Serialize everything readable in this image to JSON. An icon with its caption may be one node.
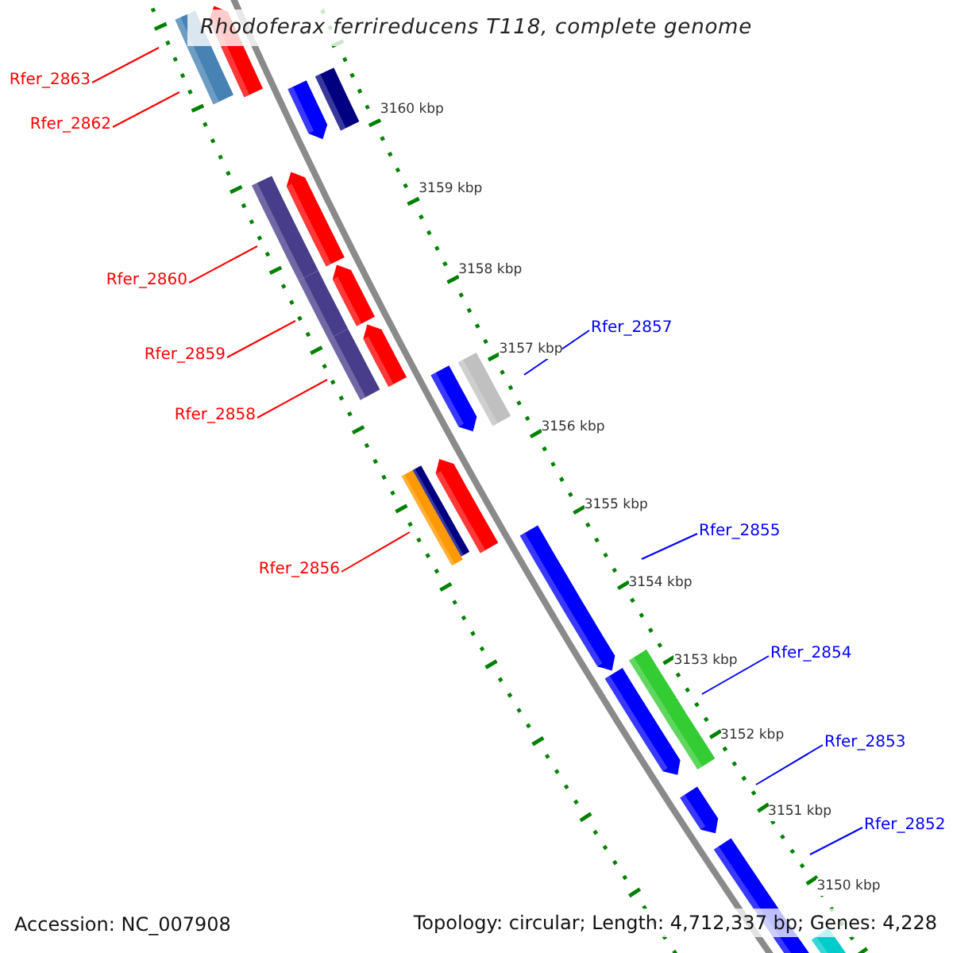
{
  "diagram": {
    "title": "Rhodoferax ferrireducens T118, complete genome",
    "nodes": [
      {
        "text": [
          "Rfer_2863"
        ]
      },
      {
        "text": [
          "Rfer_2862"
        ]
      },
      {
        "text": [
          "Rfer_2860"
        ]
      },
      {
        "text": [
          "Rfer_2857"
        ]
      },
      {
        "text": [
          "Rfer_2859"
        ]
      },
      {
        "text": [
          "Rfer_2858"
        ]
      },
      {
        "text": [
          "Rfer_2855"
        ]
      },
      {
        "text": [
          "Rfer_2856"
        ]
      },
      {
        "text": [
          "Rfer_2854"
        ]
      },
      {
        "text": [
          "Rfer_2853"
        ]
      },
      {
        "text": [
          "Rfer_2852"
        ]
      }
    ],
    "edges": [
      {
        "from": 0,
        "to": null,
        "arrow": "none"
      },
      {
        "from": 1,
        "to": null,
        "arrow": "none"
      },
      {
        "from": 2,
        "to": null,
        "arrow": "none"
      },
      {
        "from": 3,
        "to": null,
        "arrow": "none",
        "color": "#0000ff"
      },
      {
        "from": 4,
        "to": null,
        "arrow": "none"
      },
      {
        "from": 5,
        "to": null,
        "arrow": "none"
      },
      {
        "from": 6,
        "to": null,
        "arrow": "none",
        "color": "#0000ff"
      },
      {
        "from": 7,
        "to": null,
        "arrow": "none"
      },
      {
        "from": 8,
        "to": null,
        "arrow": "none",
        "color": "#0000ff"
      },
      {
        "from": 9,
        "to": null,
        "arrow": "none",
        "color": "#0000ff"
      },
      {
        "from": 10,
        "to": null,
        "arrow": "none",
        "color": "#0000ff"
      }
    ],
    "labels": [
      "3160 kbp",
      "3159 kbp",
      "3158 kbp",
      "3157 kbp",
      "3156 kbp",
      "3155 kbp",
      "3154 kbp",
      "3153 kbp",
      "3152 kbp",
      "3151 kbp",
      "3150 kbp",
      "Accession: NC_007908",
      "Topology: circular; Length: 4,712,337 bp; Genes: 4,228"
    ]
  }
}
